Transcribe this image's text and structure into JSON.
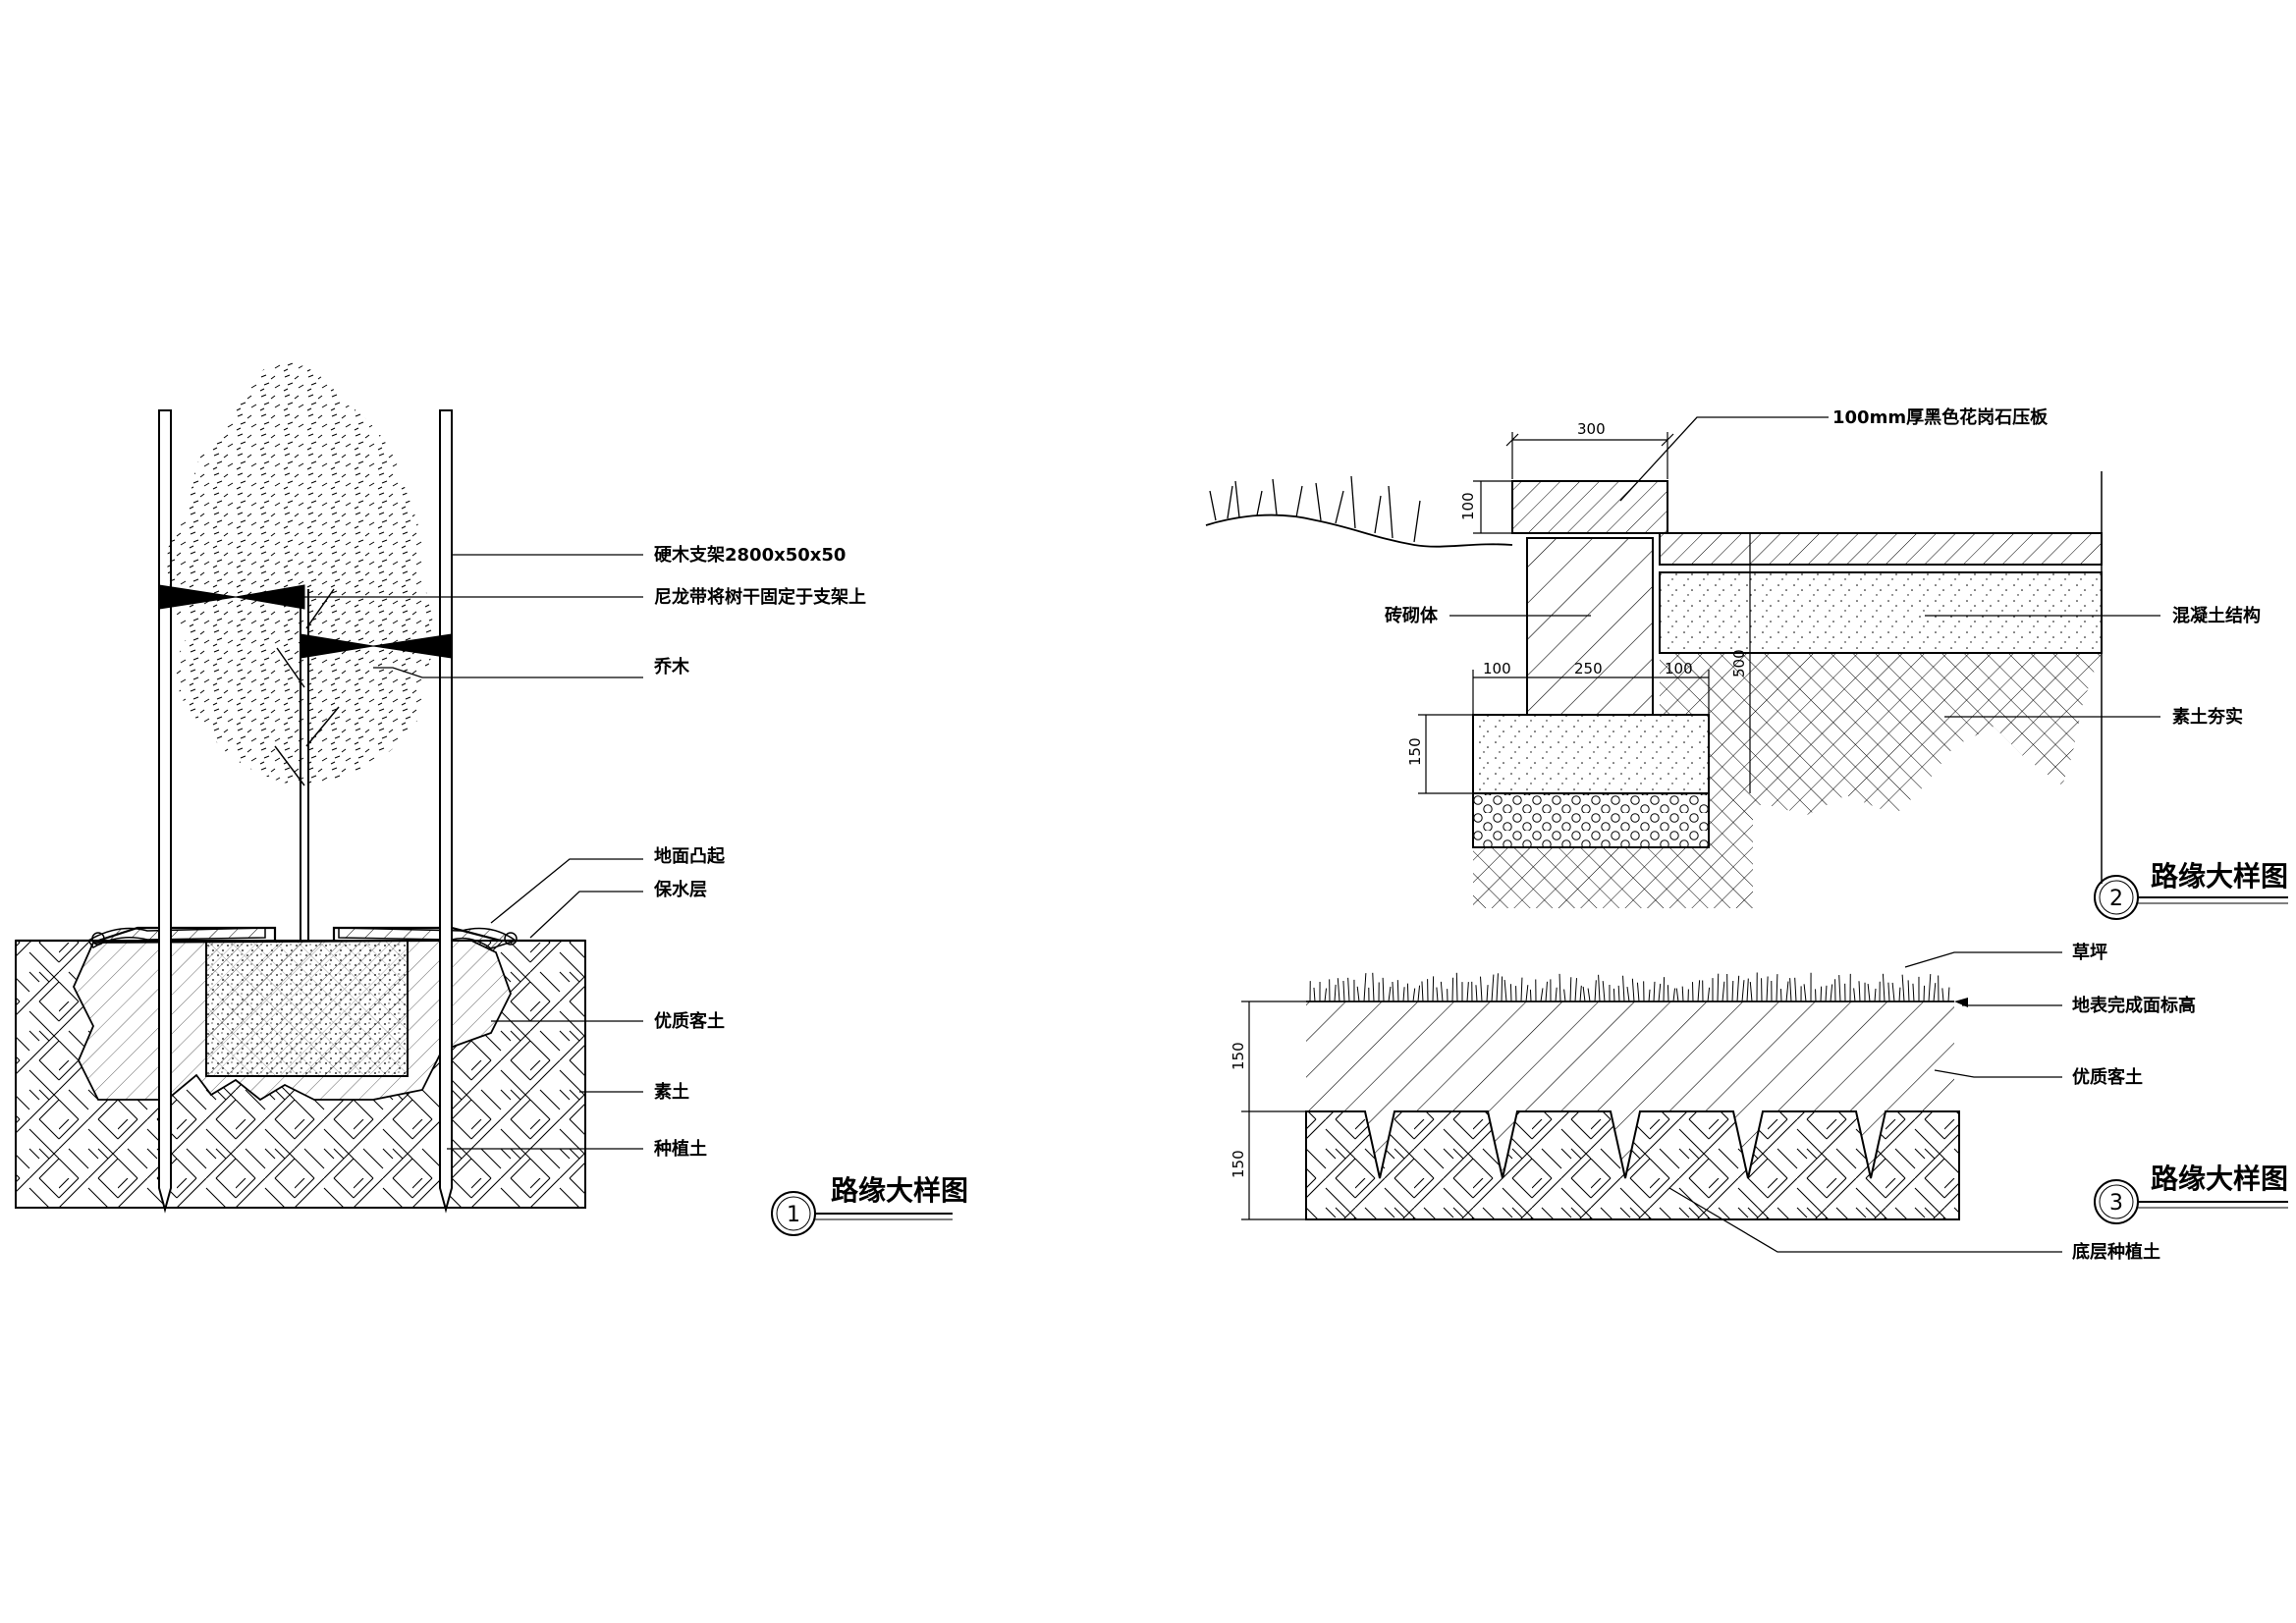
{
  "detail1": {
    "labels": {
      "support": "硬木支架2800x50x50",
      "nylon": "尼龙带将树干固定于支架上",
      "tree": "乔木",
      "mound": "地面凸起",
      "mulch": "保水层",
      "topsoil": "优质客土",
      "subsoil": "素土",
      "planting": "种植土"
    },
    "title": "路缘大样图",
    "number": "1"
  },
  "detail2": {
    "labels": {
      "coping": "100mm厚黑色花岗石压板",
      "masonry": "砖砌体",
      "concrete": "混凝土结构",
      "compacted": "素土夯实"
    },
    "dims": {
      "top_width": "300",
      "coping_h": "100",
      "footing_left": "100",
      "footing_mid": "250",
      "footing_right": "100",
      "footing_h": "150",
      "height": "500"
    },
    "title": "路缘大样图",
    "number": "2"
  },
  "detail3": {
    "labels": {
      "lawn": "草坪",
      "finish": "地表完成面标高",
      "topsoil": "优质客土",
      "base": "底层种植土"
    },
    "dims": {
      "upper": "150",
      "lower": "150"
    },
    "title": "路缘大样图",
    "number": "3"
  }
}
